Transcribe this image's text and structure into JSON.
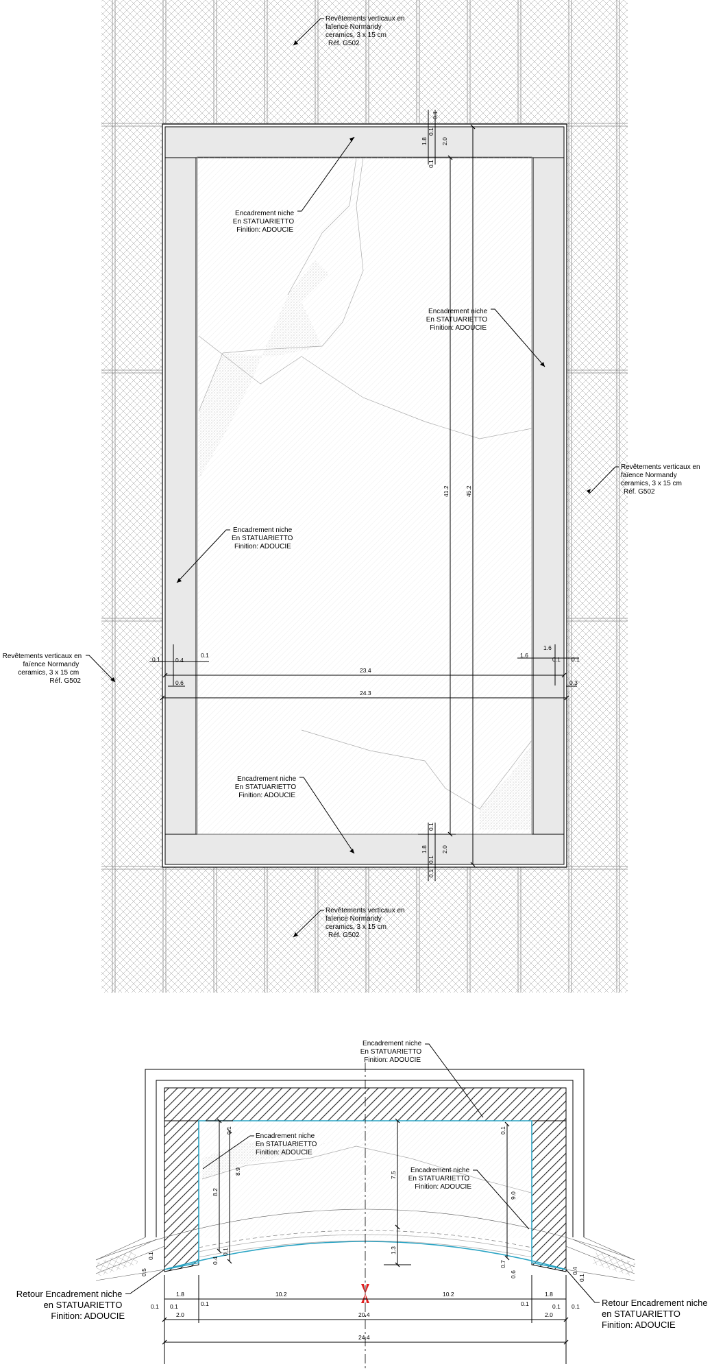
{
  "elevation": {
    "labels": {
      "tile_top": [
        "Revêtements verticaux  en",
        "faïence Normandy",
        "ceramics, 3 x 15 cm",
        "Réf. G502"
      ],
      "tile_right": [
        "Revêtements verticaux  en",
        "faïence Normandy",
        "ceramics, 3 x 15 cm",
        "Réf. G502"
      ],
      "tile_left": [
        "Revêtements verticaux  en",
        "faïence Normandy",
        "ceramics, 3 x 15 cm",
        "Réf. G502"
      ],
      "tile_bottom": [
        "Revêtements verticaux  en",
        "faïence Normandy",
        "ceramics, 3 x 15 cm",
        "Réf. G502"
      ],
      "frame_top": [
        "Encadrement niche",
        "En STATUARIETTO",
        "Finition: ADOUCIE"
      ],
      "frame_right": [
        "Encadrement niche",
        "En STATUARIETTO",
        "Finition: ADOUCIE"
      ],
      "frame_left": [
        "Encadrement niche",
        "En STATUARIETTO",
        "Finition: ADOUCIE"
      ],
      "frame_bottom": [
        "Encadrement niche",
        "En STATUARIETTO",
        "Finition: ADOUCIE"
      ]
    },
    "dims": {
      "top_01a": "0.1",
      "top_18": "1.8",
      "top_01b": "0.1",
      "top_20": "2.0",
      "v412": "41.2",
      "v452": "45.2",
      "bot_01a": "0.1",
      "bot_18": "1.8",
      "bot_01b": "0.1",
      "bot_20": "2.0",
      "h234": "23.4",
      "h243": "24.3",
      "l01": "0.1",
      "l04": "0.4",
      "l01b": "0.1",
      "l06": "0.6",
      "r16a": "1.6",
      "r16b": "1.6",
      "r01a": "0.1",
      "r01b": "0.1",
      "r03": "0.3"
    }
  },
  "section": {
    "labels": {
      "frame_top": [
        "Encadrement niche",
        "En STATUARIETTO",
        "Finition: ADOUCIE"
      ],
      "frame_left": [
        "Encadrement niche",
        "En STATUARIETTO",
        "Finition: ADOUCIE"
      ],
      "frame_right": [
        "Encadrement niche",
        "En STATUARIETTO",
        "Finition: ADOUCIE"
      ],
      "retour_left": [
        "Retour Encadrement niche",
        "en STATUARIETTO",
        "Finition: ADOUCIE"
      ],
      "retour_right": [
        "Retour Encadrement niche",
        "en STATUARIETTO",
        "Finition: ADOUCIE"
      ]
    },
    "dims": {
      "d01a": "0.1",
      "d89": "8.9",
      "d82": "8.2",
      "d04": "0.4",
      "d01b": "0.1",
      "d75": "7.5",
      "d13": "1.3",
      "d01c": "0.1",
      "d90": "9.0",
      "d07": "0.7",
      "d06": "0.6",
      "dl05": "0.5",
      "dl01": "0.1",
      "dr04": "0.4",
      "dr01": "0.1",
      "h18a": "1.8",
      "h102a": "10.2",
      "h102b": "10.2",
      "h18b": "1.8",
      "h01a": "0.1",
      "h01b": "0.1",
      "h01c": "0.1",
      "h01d": "0.1",
      "h20a": "2.0",
      "h204": "20.4",
      "h20b": "2.0",
      "h244": "24.4"
    }
  }
}
